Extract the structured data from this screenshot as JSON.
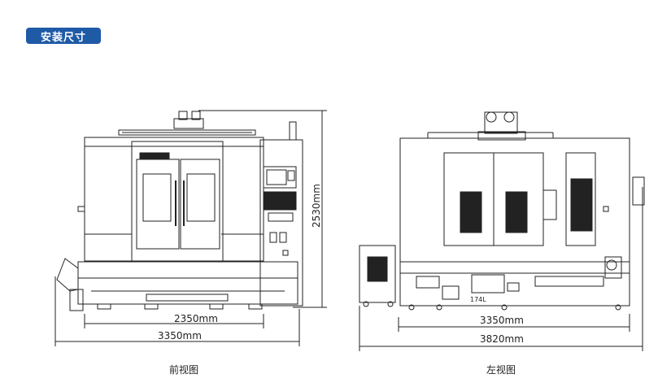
{
  "section_title": "安装尺寸",
  "front_view": {
    "caption": "前视图",
    "width_inner": "2350mm",
    "width_outer": "3350mm",
    "height": "2530mm"
  },
  "side_view": {
    "caption": "左视图",
    "width_inner": "3350mm",
    "width_outer": "3820mm",
    "tank_label": "174L"
  },
  "colors": {
    "badge": "#1f5aa6",
    "line": "#222222"
  }
}
